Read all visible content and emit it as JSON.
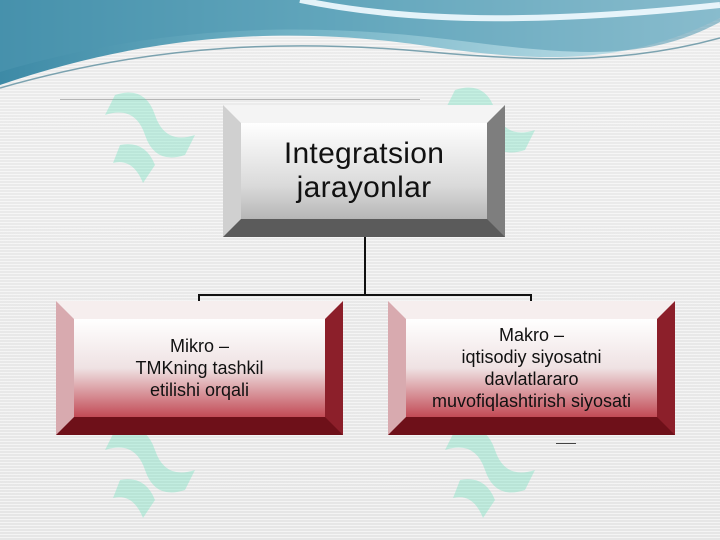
{
  "diagram": {
    "root": {
      "label": "Integratsion\njarayonlar"
    },
    "children": [
      {
        "label": "Mikro –\nTMKning tashkil\netilishi orqali"
      },
      {
        "label": "Makro –\niqtisodiy siyosatni\ndavlatlararo\nmuvofiqlashtirish siyosati"
      }
    ]
  },
  "colors": {
    "header_teal": "#5aa0b7",
    "header_light": "#d8ecf2",
    "root_box": "#c8c8c8",
    "child_box_accent": "#a3202e",
    "watermark": "#7fe0c0"
  },
  "icons": [
    "watermark-logo-icon"
  ]
}
